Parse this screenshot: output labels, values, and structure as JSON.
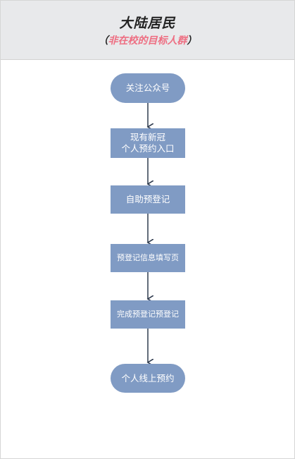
{
  "header": {
    "title": "大陆居民",
    "subtitle_open": "（",
    "subtitle_highlight": "非在校的目标人群",
    "subtitle_close": "）"
  },
  "flow": {
    "nodes": [
      {
        "id": "n1",
        "label": "关注公众号"
      },
      {
        "id": "n2",
        "line1": "现有新冠",
        "line2": "个人预约入口"
      },
      {
        "id": "n3",
        "label": "自助预登记"
      },
      {
        "id": "n4",
        "label": "预登记信息填写页"
      },
      {
        "id": "n5",
        "label": "完成预登记预登记"
      },
      {
        "id": "n6",
        "label": "个人线上预约"
      }
    ]
  },
  "colors": {
    "node_fill": "#809bc4",
    "node_text": "#ffffff",
    "arrow": "#2e3a4d",
    "header_bg": "#e8e9eb",
    "highlight": "#ee6e82"
  }
}
